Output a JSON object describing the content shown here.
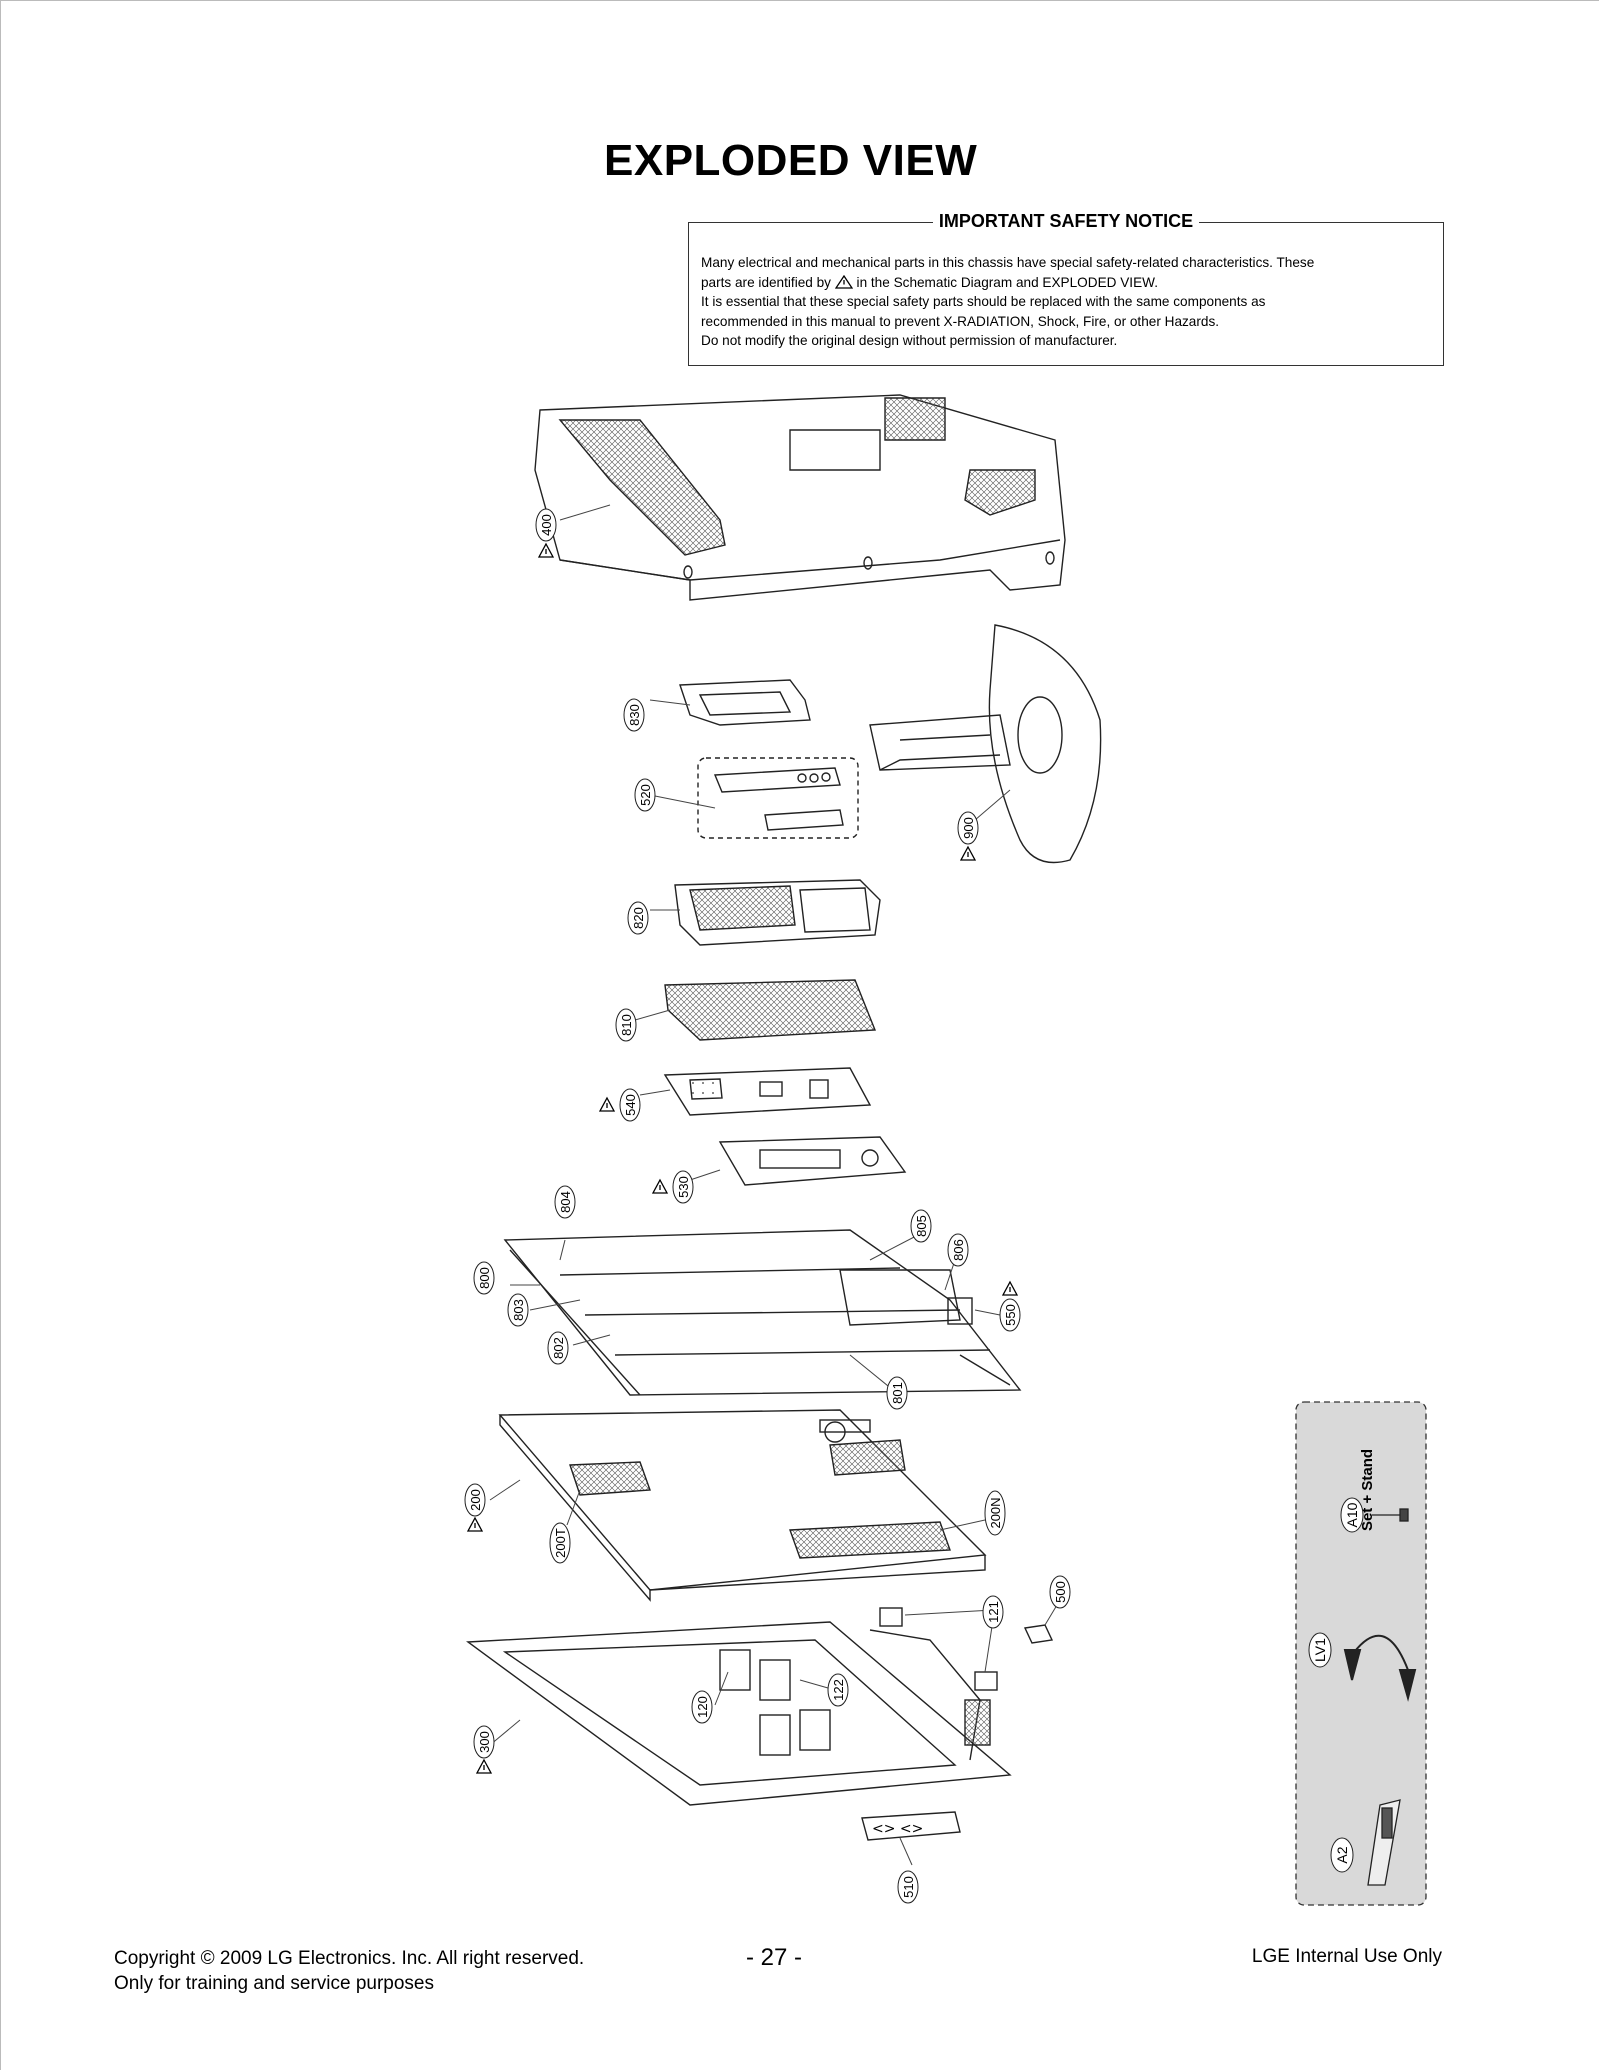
{
  "title": "EXPLODED VIEW",
  "notice": {
    "heading": "IMPORTANT SAFETY NOTICE",
    "line1": "Many electrical and mechanical parts in this chassis have special safety-related characteristics. These",
    "line2a": "parts are identified by",
    "line2b": "in the Schematic Diagram and EXPLODED VIEW.",
    "line3": "It is essential that these special safety parts should be replaced with the same components as",
    "line4": "recommended in this manual to prevent X-RADIATION, Shock, Fire, or other Hazards.",
    "line5": "Do not modify the original design without permission of manufacturer."
  },
  "parts": {
    "p400": "400",
    "p830": "830",
    "p520": "520",
    "p900": "900",
    "p820": "820",
    "p810": "810",
    "p540": "540",
    "p530": "530",
    "p804": "804",
    "p805": "805",
    "p806": "806",
    "p800": "800",
    "p803": "803",
    "p550": "550",
    "p802": "802",
    "p801": "801",
    "p200": "200",
    "p200T": "200T",
    "p200N": "200N",
    "p500": "500",
    "p121": "121",
    "p120": "120",
    "p122": "122",
    "p300": "300",
    "p510": "510"
  },
  "accessories": {
    "label": "Set + Stand",
    "a10": "A10",
    "lv1": "LV1",
    "a2": "A2"
  },
  "footer": {
    "copyright": "Copyright © 2009 LG Electronics. Inc. All right reserved.",
    "purpose": "Only for training and service purposes",
    "page": "- 27 -",
    "internal": "LGE Internal Use Only"
  }
}
